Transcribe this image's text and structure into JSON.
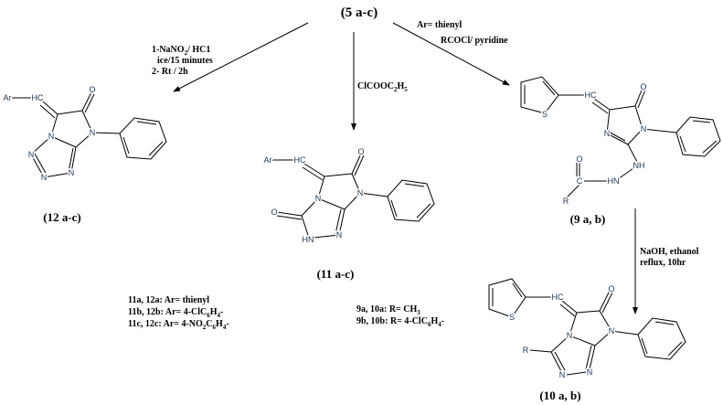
{
  "start_compound": "(5 a-c)",
  "reagents": {
    "left": {
      "line1_a": "1-NaNO",
      "line1_sub": "2",
      "line1_b": "/ HC1",
      "line2": "ice/15 minutes",
      "line3": "2- Rt / 2h"
    },
    "middle": {
      "a": "ClCOOC",
      "sub1": "2",
      "b": "H",
      "sub2": "5"
    },
    "right": {
      "line1": "Ar= thienyl",
      "line2": "RCOCl/ pyridine"
    },
    "down": {
      "line1": "NaOH, ethanol",
      "line2": "reflux, 10hr"
    }
  },
  "compounds": {
    "c12": {
      "label": "(12 a-c)",
      "atoms": {
        "ar": "Ar",
        "hc": "HC",
        "o": "O",
        "n7": "N",
        "nb": "N",
        "n1": "N",
        "n2": "N",
        "n3": "N"
      }
    },
    "c11": {
      "label": "(11 a-c)",
      "atoms": {
        "ar": "Ar",
        "hc": "HC",
        "o": "O",
        "n7": "N",
        "nb": "N",
        "o2": "O",
        "hn": "HN",
        "n": "N"
      }
    },
    "c9": {
      "label": "(9 a, b)",
      "atoms": {
        "s": "S",
        "hc": "HC",
        "o": "O",
        "n1": "N",
        "n3": "N",
        "nh": "NH",
        "hn": "HN",
        "c": "C",
        "o2": "O",
        "r": "R"
      }
    },
    "c10": {
      "label": "(10 a, b)",
      "atoms": {
        "s": "S",
        "hc": "HC",
        "o": "O",
        "n7": "N",
        "nb": "N",
        "r": "R",
        "n1": "N",
        "n2": "N"
      }
    }
  },
  "notes_ar": [
    {
      "a": "11a, 12a: Ar= thienyl"
    },
    {
      "a": "11b, 12b: Ar= 4-ClC",
      "s1": "6",
      "b": "H",
      "s2": "4",
      "c": "-"
    },
    {
      "a": "11c, 12c: Ar= 4-NO",
      "s1": "2",
      "b": "C",
      "s2": "6",
      "c": "H",
      "s3": "4",
      "d": "-"
    }
  ],
  "notes_r": [
    {
      "a": "9a, 10a: R= CH",
      "s1": "3"
    },
    {
      "a": "9b, 10b: R= 4-ClC",
      "s1": "6",
      "b": "H",
      "s2": "4",
      "c": "-"
    }
  ]
}
